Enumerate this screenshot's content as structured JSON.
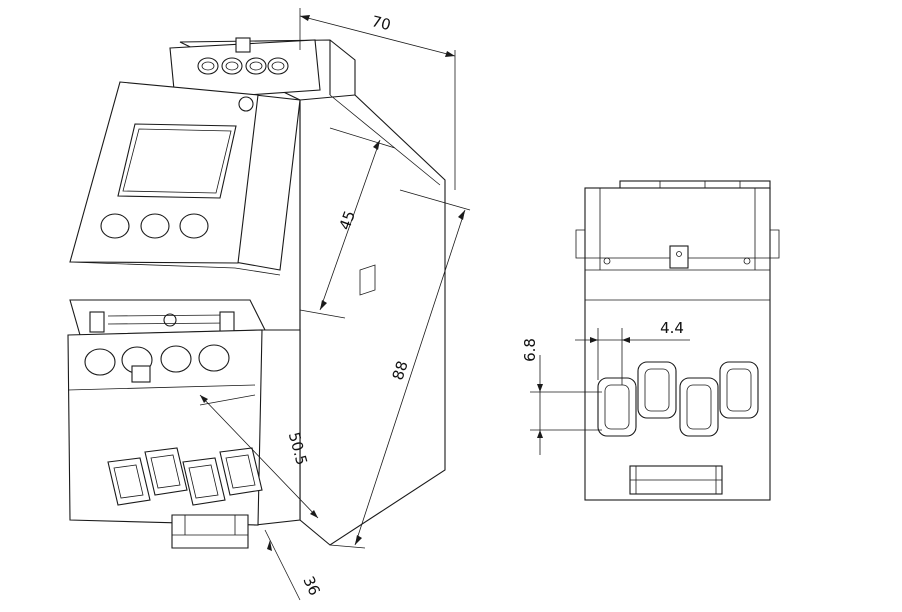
{
  "dimensions": {
    "width": "70",
    "body_height": "88",
    "top_part_height": "45",
    "lower_part_depth": "50.5",
    "bottom_depth": "36",
    "terminal_height": "6.8",
    "terminal_spacing": "4.4"
  }
}
